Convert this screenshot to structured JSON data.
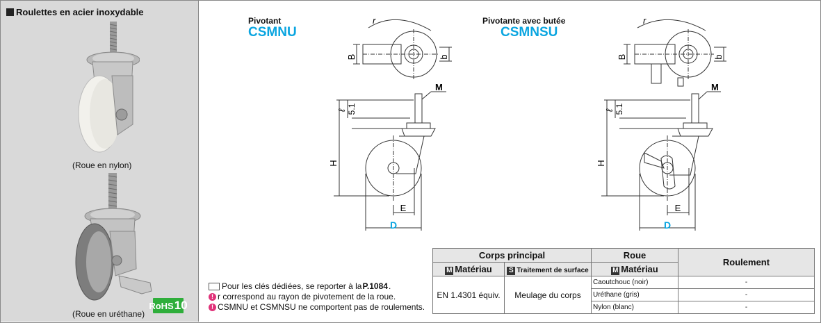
{
  "sidebar": {
    "title": "Roulettes en acier inoxydable",
    "caption_nylon": "(Roue en nylon)",
    "caption_urethane": "(Roue en uréthane)",
    "rohs_label": "RoHS",
    "rohs_number": "10"
  },
  "drawing_left": {
    "type_label": "Pivotant",
    "code": "CSMNU",
    "dims": {
      "r": "r",
      "B": "B",
      "b": "b",
      "M": "M",
      "l": "ℓ",
      "d51": "5.1",
      "H": "H",
      "E": "E",
      "D": "D"
    }
  },
  "drawing_right": {
    "type_label": "Pivotante avec butée",
    "code": "CSMNSU",
    "dims": {
      "r": "r",
      "B": "B",
      "b": "b",
      "M": "M",
      "l": "ℓ",
      "d51": "5.1",
      "H": "H",
      "E": "E",
      "D": "D"
    }
  },
  "notes": {
    "n1_prefix": "Pour les clés dédiées, se reporter à la ",
    "n1_ref": "P.1084",
    "n1_suffix": ".",
    "n2": "r correspond au rayon de pivotement de la roue.",
    "n3": "CSMNU et CSMNSU ne comportent pas de roulements."
  },
  "table": {
    "h_body": "Corps principal",
    "h_wheel": "Roue",
    "h_bearing": "Roulement",
    "sh_material_badge": "M",
    "sh_material": "Matériau",
    "sh_surface_badge": "S",
    "sh_surface": "Traitement de surface",
    "sh_wheel_badge": "M",
    "sh_wheel_material": "Matériau",
    "body_material": "EN 1.4301 équiv.",
    "surface": "Meulage du corps",
    "rows": [
      {
        "wheel": "Caoutchouc (noir)",
        "bearing": "-"
      },
      {
        "wheel": "Uréthane (gris)",
        "bearing": "-"
      },
      {
        "wheel": "Nylon (blanc)",
        "bearing": "-"
      }
    ]
  }
}
